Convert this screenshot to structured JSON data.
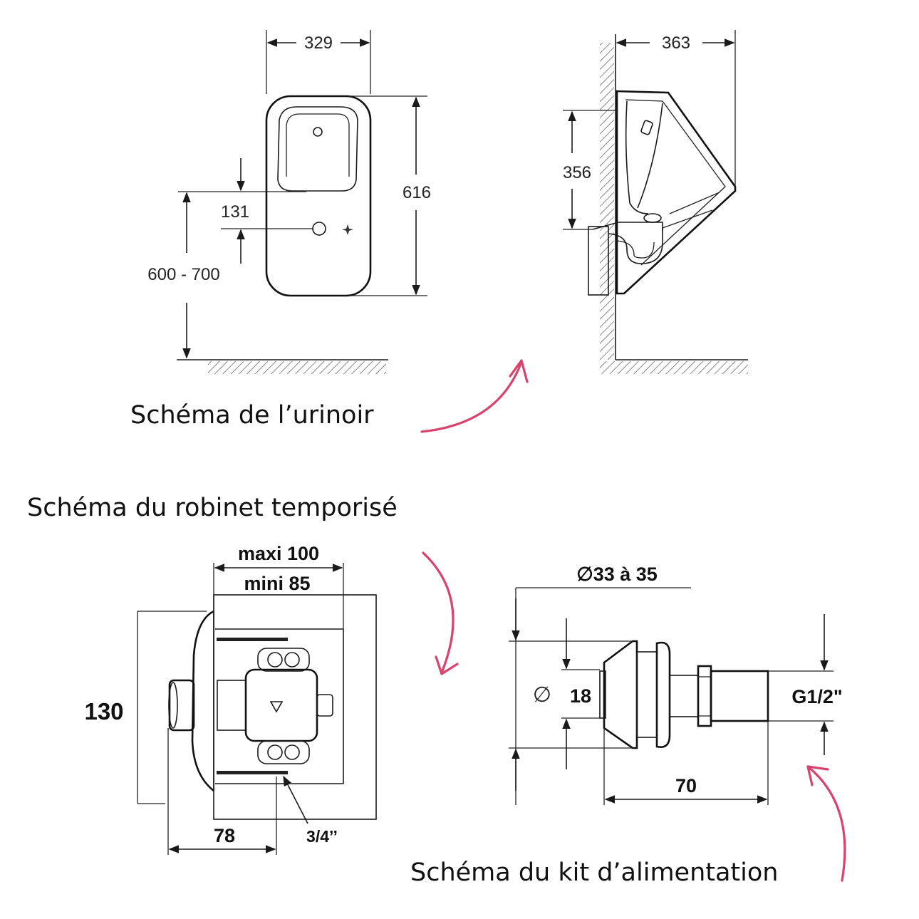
{
  "captions": {
    "urinal": "Schéma de l’urinoir",
    "valve": "Schéma du robinet temporisé",
    "kit": "Schéma du kit d’alimentation"
  },
  "urinal_front": {
    "width": "329",
    "height": "616",
    "offset": "131",
    "mount_height": "600 - 700"
  },
  "urinal_side": {
    "depth": "363",
    "inlet_height": "356"
  },
  "valve": {
    "max_depth": "maxi 100",
    "min_depth": "mini 85",
    "height": "130",
    "front": "78",
    "thread": "3/4’’"
  },
  "kit": {
    "outer_diameter": "∅33 à 35",
    "inner_diameter_symbol": "∅",
    "inner_diameter": "18",
    "thread": "G1/2\"",
    "length": "70"
  },
  "colors": {
    "accent_arrow": "#d8426c",
    "line": "#1a1a1a"
  }
}
